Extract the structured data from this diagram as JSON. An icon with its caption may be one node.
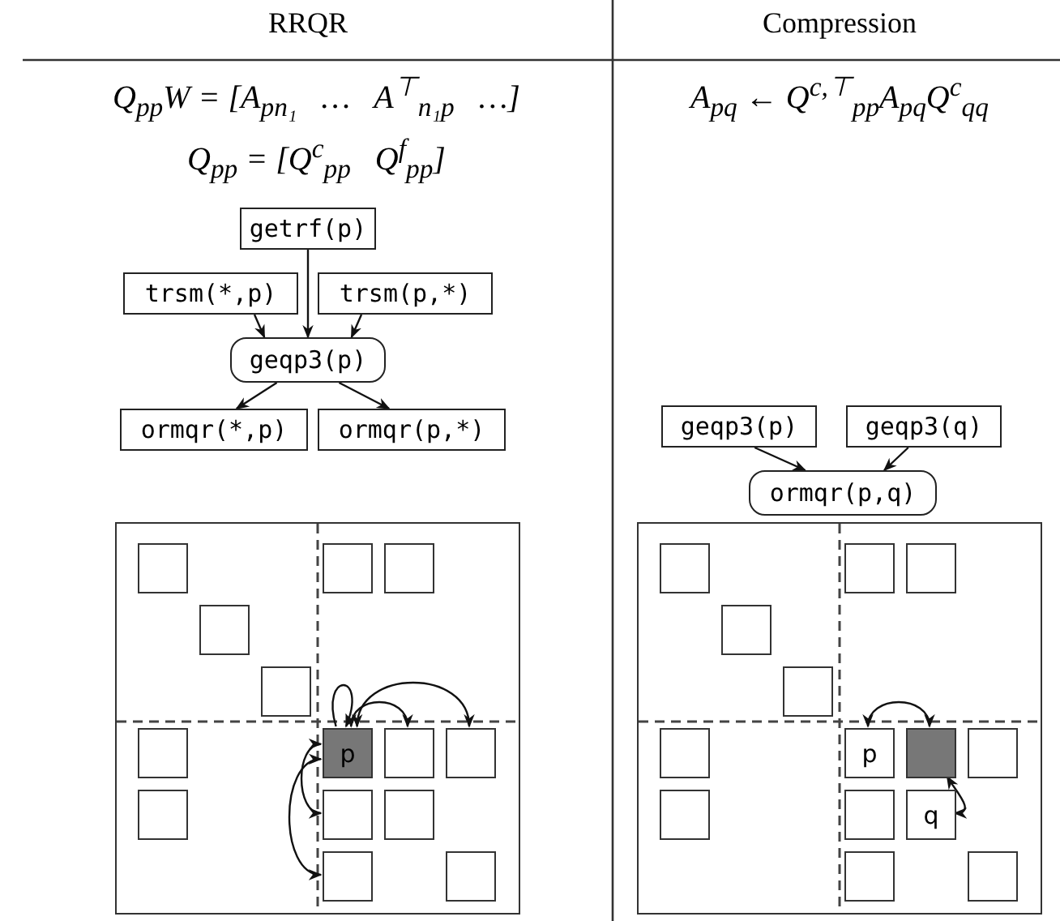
{
  "diagram": {
    "nodes": [
      {
        "text": [
          "getrf(p)"
        ]
      },
      {
        "text": [
          "trsm(*,p)"
        ]
      },
      {
        "text": [
          "trsm(p,*)"
        ]
      },
      {
        "text": [
          "geqp3(p)"
        ]
      },
      {
        "text": [
          "ormqr(*,p)"
        ]
      },
      {
        "text": [
          "ormqr(p,*)"
        ]
      },
      {
        "text": [
          "geqp3(p)"
        ]
      },
      {
        "text": [
          "geqp3(q)"
        ]
      },
      {
        "text": [
          "ormqr(p,q)"
        ]
      },
      {
        "text": [],
        "shape": "box"
      },
      {
        "text": [],
        "shape": "box",
        "in": 9
      },
      {
        "text": [],
        "shape": "box",
        "in": 9
      },
      {
        "text": [],
        "shape": "box",
        "in": 9
      },
      {
        "text": [],
        "shape": "box",
        "in": 9
      },
      {
        "text": [],
        "shape": "box",
        "in": 9
      },
      {
        "text": [],
        "shape": "box",
        "in": 9
      },
      {
        "text": [
          "p"
        ],
        "in": 9
      },
      {
        "text": [],
        "shape": "box",
        "in": 9
      },
      {
        "text": [],
        "shape": "box",
        "in": 9
      },
      {
        "text": [],
        "shape": "box",
        "in": 9
      },
      {
        "text": [],
        "shape": "box",
        "in": 9
      },
      {
        "text": [],
        "shape": "box",
        "in": 9
      },
      {
        "text": [],
        "shape": "box",
        "in": 9
      },
      {
        "text": [],
        "shape": "box",
        "in": 9
      },
      {
        "text": [],
        "shape": "box"
      },
      {
        "text": [],
        "shape": "box",
        "in": 24
      },
      {
        "text": [],
        "shape": "box",
        "in": 24
      },
      {
        "text": [],
        "shape": "box",
        "in": 24
      },
      {
        "text": [],
        "shape": "box",
        "in": 24
      },
      {
        "text": [],
        "shape": "box",
        "in": 24
      },
      {
        "text": [],
        "shape": "box",
        "in": 24
      },
      {
        "text": [
          "p"
        ],
        "in": 24
      },
      {
        "text": [],
        "shape": "box",
        "in": 24
      },
      {
        "text": [],
        "shape": "box",
        "in": 24
      },
      {
        "text": [],
        "shape": "box",
        "in": 24
      },
      {
        "text": [],
        "shape": "box",
        "in": 24
      },
      {
        "text": [
          "q"
        ],
        "in": 24
      },
      {
        "text": [],
        "shape": "box",
        "in": 24
      },
      {
        "text": [],
        "shape": "box",
        "in": 24
      }
    ],
    "edges": [
      {
        "from": 0,
        "to": 3,
        "arrow": "to"
      },
      {
        "from": 1,
        "to": 3,
        "arrow": "to"
      },
      {
        "from": 2,
        "to": 3,
        "arrow": "to"
      },
      {
        "from": 3,
        "to": 4,
        "arrow": "to"
      },
      {
        "from": 3,
        "to": 5,
        "arrow": "to"
      },
      {
        "from": 6,
        "to": 8,
        "arrow": "to"
      },
      {
        "from": 7,
        "to": 8,
        "arrow": "to"
      },
      {
        "from": 16,
        "to": 16,
        "arrow": "to"
      },
      {
        "from": 16,
        "to": 17,
        "arrow": "both"
      },
      {
        "from": 16,
        "to": 18,
        "arrow": "both"
      },
      {
        "from": 16,
        "to": 20,
        "arrow": "both"
      },
      {
        "from": 16,
        "to": 22,
        "arrow": "both"
      },
      {
        "from": 31,
        "to": 32,
        "arrow": "both"
      },
      {
        "from": 32,
        "to": 36,
        "arrow": "both"
      }
    ],
    "labels": [
      "RRQR",
      "Compression",
      "Q$_{pp}$W = [A$_{pn₁}$   …   A$^{⊤}$$_{n₁p}$   …]",
      "A$_{pq}$ ← Q$^{c,⊤}$$_{pp}$A$_{pq}$Q$^{c}$$_{qq}$",
      "Q$_{pp}$ = [Q$^{c}$$_{pp}$   Q$^{f}$$_{pp}$]"
    ]
  }
}
